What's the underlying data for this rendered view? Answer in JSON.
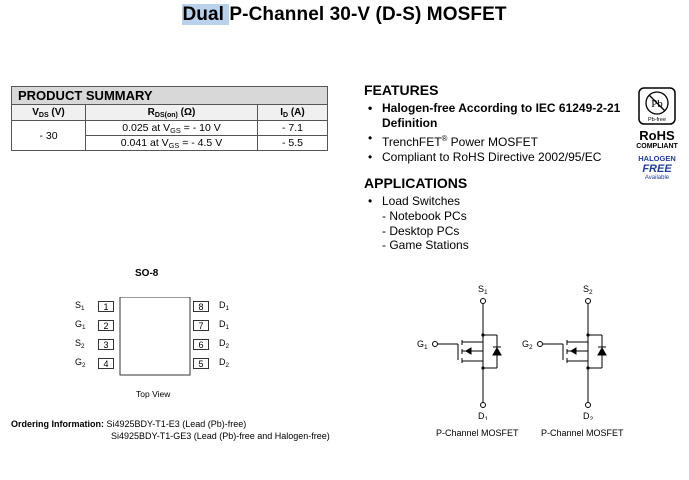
{
  "title": {
    "highlight": "Dual ",
    "rest": "P-Channel 30-V (D-S) MOSFET"
  },
  "product_summary": {
    "heading": "PRODUCT SUMMARY",
    "col_vds": "V",
    "col_vds_sub": "DS",
    "col_vds_unit": " (V)",
    "col_rds": "R",
    "col_rds_sub": "DS(on)",
    "col_rds_unit": " (Ω)",
    "col_id": "I",
    "col_id_sub": "D",
    "col_id_unit": " (A)",
    "vds_value": "- 30",
    "rows": [
      {
        "rds_pre": "0.025 at V",
        "rds_sub": "GS",
        "rds_post": " = - 10 V",
        "id": "- 7.1"
      },
      {
        "rds_pre": "0.041 at V",
        "rds_sub": "GS",
        "rds_post": " = - 4.5 V",
        "id": "- 5.5"
      }
    ]
  },
  "features": {
    "heading": "FEATURES",
    "items": [
      {
        "text": "Halogen-free According to IEC 61249-2-21 Definition"
      },
      {
        "pre": "TrenchFET",
        "sup": "®",
        "post": " Power MOSFET"
      },
      {
        "text": "Compliant to RoHS Directive 2002/95/EC"
      }
    ]
  },
  "applications": {
    "heading": "APPLICATIONS",
    "items": [
      "Load Switches",
      "- Notebook PCs",
      "- Desktop PCs",
      "- Game Stations"
    ]
  },
  "badge": {
    "pb_free": "Pb-free",
    "rohs": "RoHS",
    "compliant": "COMPLIANT",
    "halogen": "HALOGEN",
    "free": "FREE",
    "available": "Available"
  },
  "package": {
    "name": "SO-8",
    "top_view": "Top View",
    "left_pins": [
      {
        "num": "1",
        "label": "S",
        "sub": "1"
      },
      {
        "num": "2",
        "label": "G",
        "sub": "1"
      },
      {
        "num": "3",
        "label": "S",
        "sub": "2"
      },
      {
        "num": "4",
        "label": "G",
        "sub": "2"
      }
    ],
    "right_pins": [
      {
        "num": "8",
        "label": "D",
        "sub": "1"
      },
      {
        "num": "7",
        "label": "D",
        "sub": "1"
      },
      {
        "num": "6",
        "label": "D",
        "sub": "2"
      },
      {
        "num": "5",
        "label": "D",
        "sub": "2"
      }
    ]
  },
  "ordering": {
    "label": "Ordering Information:",
    "line1": "Si4925BDY-T1-E3 (Lead (Pb)-free)",
    "line2": "Si4925BDY-T1-GE3 (Lead (Pb)-free and Halogen-free)"
  },
  "mosfets": [
    {
      "s": "S",
      "s_sub": "1",
      "g": "G",
      "g_sub": "1",
      "d": "D",
      "d_sub": "1",
      "caption": "P-Channel MOSFET"
    },
    {
      "s": "S",
      "s_sub": "2",
      "g": "G",
      "g_sub": "2",
      "d": "D",
      "d_sub": "2",
      "caption": "P-Channel MOSFET"
    }
  ],
  "colors": {
    "highlight": "#b9d1ea",
    "halogen_blue": "#1f3f9a",
    "table_header": "#d8d8d8"
  }
}
